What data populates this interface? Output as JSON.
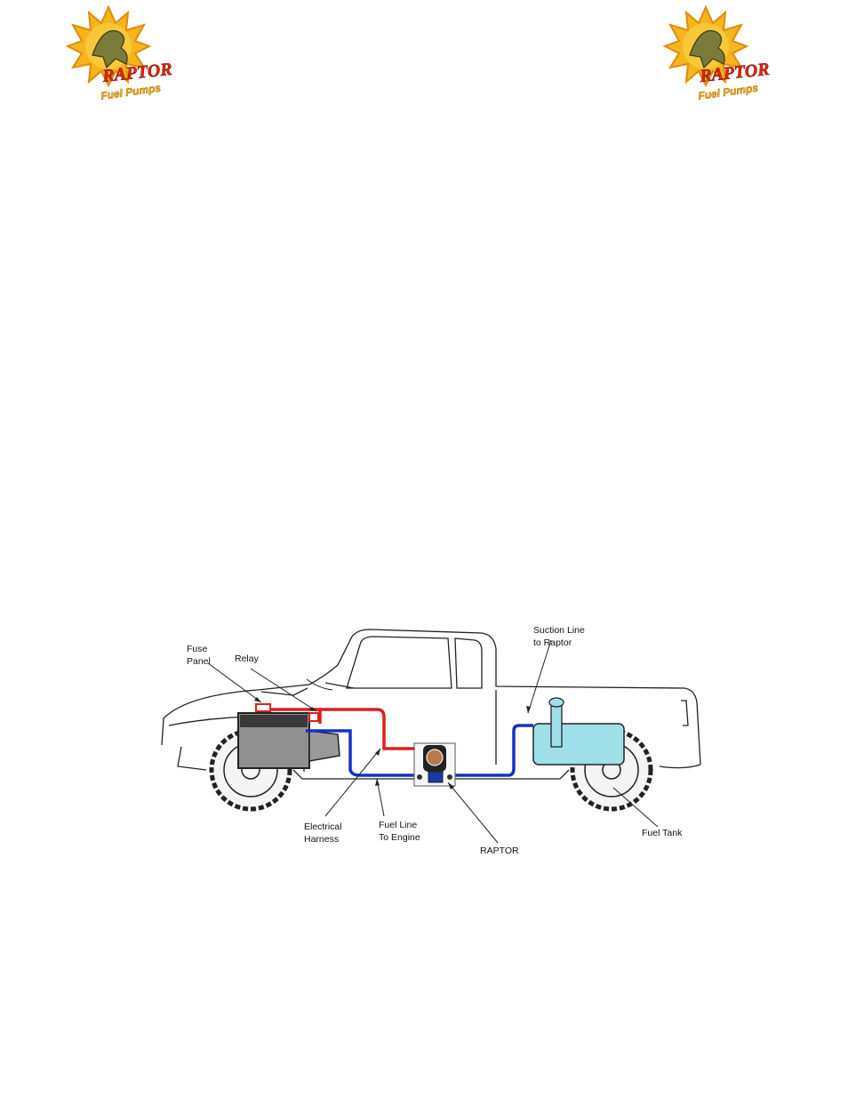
{
  "logo": {
    "line1": "RAPTOR",
    "line2": "Fuel Pumps",
    "icon": "raptor-sun-logo",
    "colors": {
      "sun": "#f5b51c",
      "sun_dark": "#e08a0a",
      "text": "#e4260e"
    }
  },
  "diagram": {
    "labels": {
      "fuse_panel_l1": "Fuse",
      "fuse_panel_l2": "Panel",
      "relay": "Relay",
      "suction_l1": "Suction Line",
      "suction_l2": "to Raptor",
      "harness_l1": "Electrical",
      "harness_l2": "Harness",
      "fuel_line_l1": "Fuel Line",
      "fuel_line_l2": "To Engine",
      "raptor": "RAPTOR",
      "fuel_tank": "Fuel Tank"
    },
    "colors": {
      "electrical": "#e01d1d",
      "fuel": "#1530c8",
      "tank": "#9fe0e8",
      "engine": "#8f8f8f",
      "outline": "#222222"
    }
  }
}
